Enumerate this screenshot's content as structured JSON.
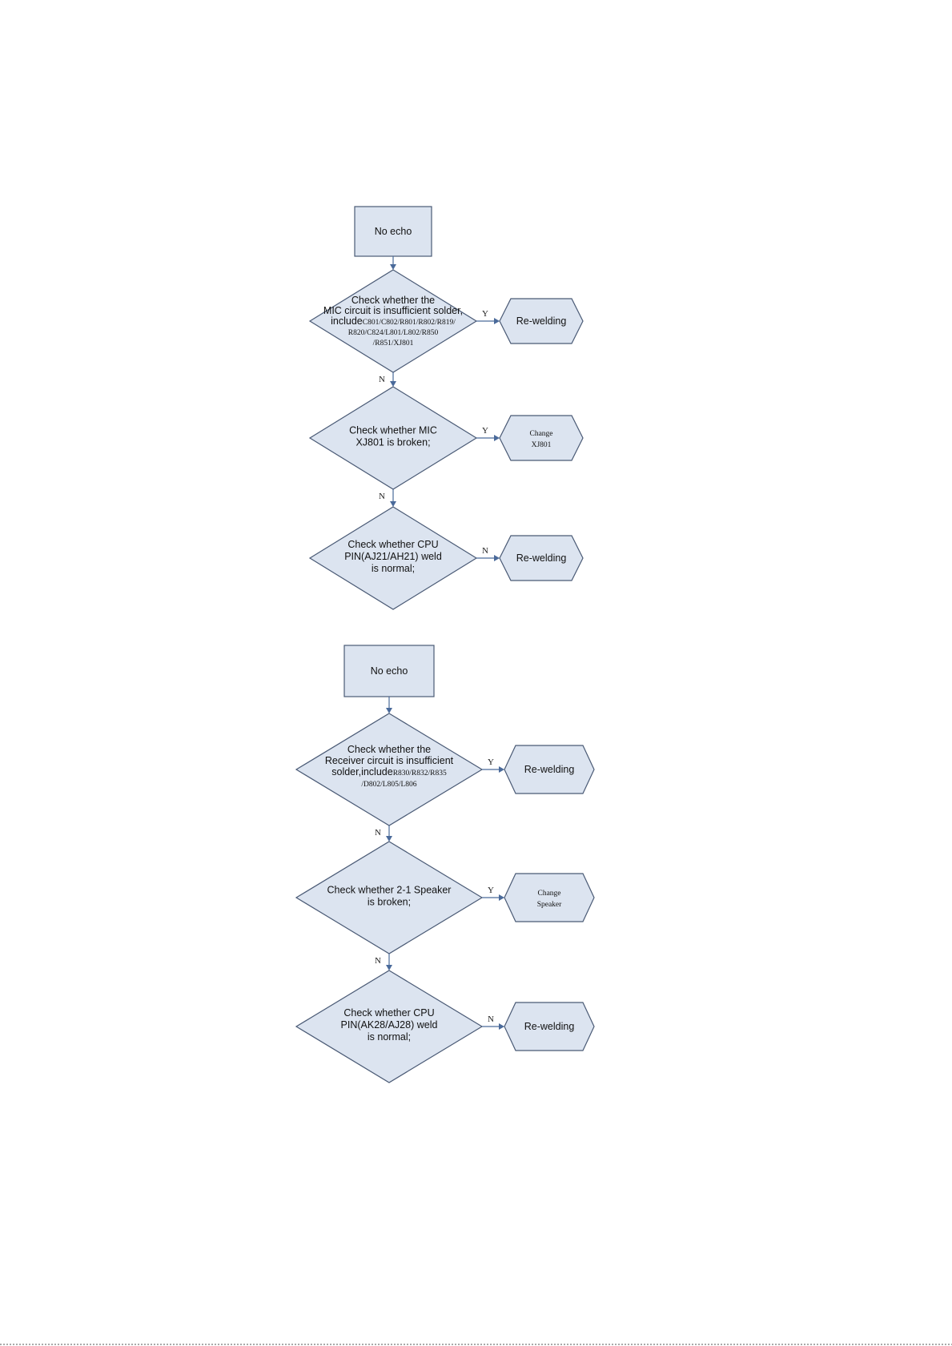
{
  "flow_mic": {
    "start": "No echo",
    "check1": {
      "lines": [
        {
          "text": "Check whether the",
          "font": "sans"
        },
        {
          "text": "MIC circuit is insufficient solder,",
          "font": "sans"
        },
        {
          "parts": [
            {
              "text": "include",
              "font": "sans"
            },
            {
              "text": "C801/C802/R801/R802/R819/",
              "font": "serif"
            }
          ]
        },
        {
          "text": "R820/C824/L801/L802/R850",
          "font": "serif"
        },
        {
          "text": "/R851/XJ801",
          "font": "serif"
        }
      ]
    },
    "action1": "Re-welding",
    "label1": "Y",
    "down1": "N",
    "check2": {
      "lines": [
        {
          "text": "Check whether MIC",
          "font": "sans"
        },
        {
          "text": "XJ801 is broken;",
          "font": "sans"
        }
      ]
    },
    "action2": [
      "Change",
      "XJ801"
    ],
    "label2": "Y",
    "down2": "N",
    "check3": {
      "lines": [
        {
          "text": "Check whether CPU",
          "font": "sans"
        },
        {
          "text": "PIN(AJ21/AH21) weld",
          "font": "sans"
        },
        {
          "text": "is  normal;",
          "font": "sans"
        }
      ]
    },
    "action3": "Re-welding",
    "label3": "N"
  },
  "flow_receiver": {
    "start": "No echo",
    "check1": {
      "lines": [
        {
          "text": "Check whether the",
          "font": "sans"
        },
        {
          "text": "Receiver circuit is insufficient",
          "font": "sans"
        },
        {
          "parts": [
            {
              "text": "solder,include",
              "font": "sans"
            },
            {
              "text": "R830/R832/R835",
              "font": "serif"
            }
          ]
        },
        {
          "text": "/D802/L805/L806",
          "font": "serif"
        }
      ]
    },
    "action1": "Re-welding",
    "label1": "Y",
    "down1": "N",
    "check2": {
      "lines": [
        {
          "text": "Check whether 2-1 Speaker",
          "font": "sans"
        },
        {
          "text": "is broken;",
          "font": "sans"
        }
      ]
    },
    "action2": [
      "Change",
      "Speaker"
    ],
    "label2": "Y",
    "down2": "N",
    "check3": {
      "lines": [
        {
          "text": "Check whether CPU",
          "font": "sans"
        },
        {
          "text": "PIN(AK28/AJ28) weld",
          "font": "sans"
        },
        {
          "text": "is  normal;",
          "font": "sans"
        }
      ]
    },
    "action3": "Re-welding",
    "label3": "N"
  },
  "colors": {
    "fill": "#dce4f0",
    "stroke": "#4a5a75",
    "connector": "#4a6a9a"
  }
}
